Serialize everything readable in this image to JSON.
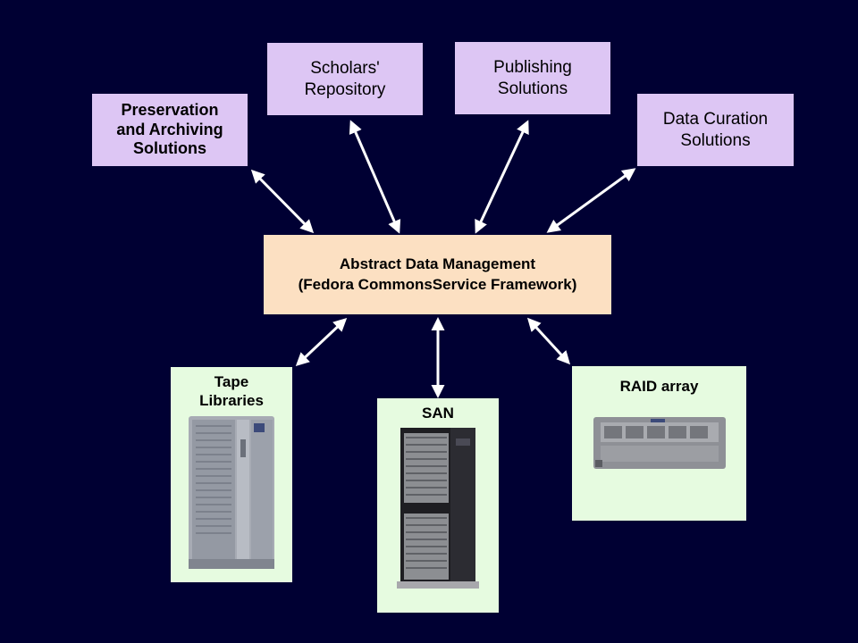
{
  "boxes": {
    "preservation": "Preservation\nand Archiving\nSolutions",
    "scholars": "Scholars'\nRepository",
    "publishing": "Publishing\nSolutions",
    "data_curation": "Data Curation\nSolutions",
    "center": "Abstract Data Management\n(Fedora CommonsService Framework)",
    "tape": "Tape\nLibraries",
    "san": "SAN",
    "raid": "RAID array"
  },
  "colors": {
    "background": "#000033",
    "solution_box": "#DDC6F4",
    "core_box": "#FCE0C2",
    "storage_box": "#E6FBE0",
    "arrow": "#FFFFFF"
  }
}
